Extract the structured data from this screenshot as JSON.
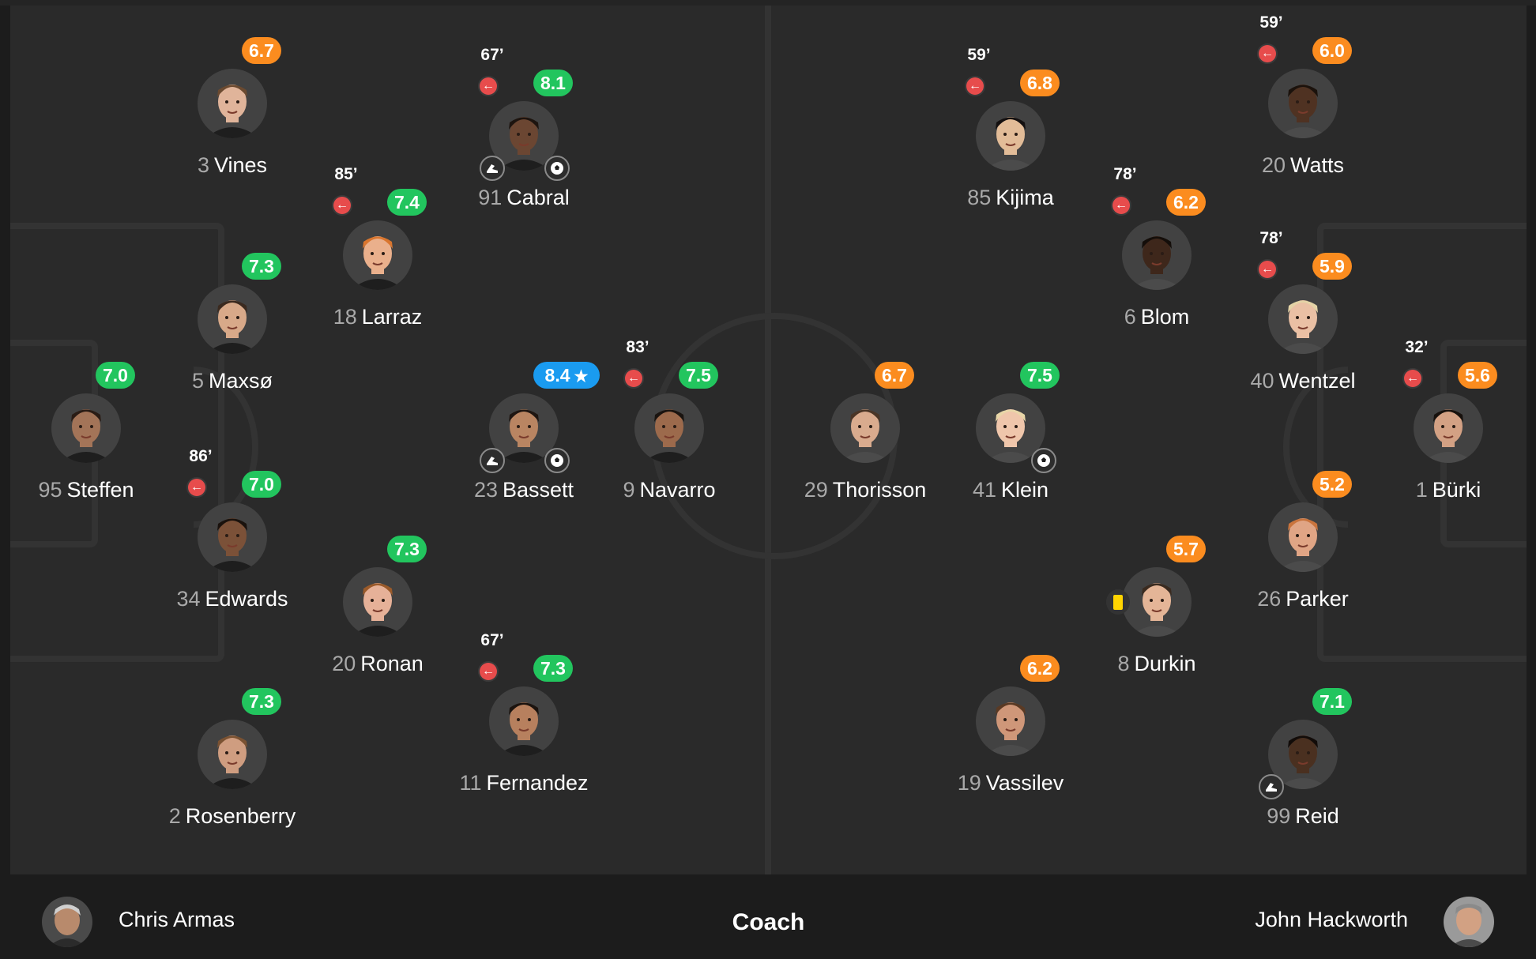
{
  "colors": {
    "rating_green": "#22c55e",
    "rating_orange": "#fb8c1f",
    "rating_blue": "#1a9bf0",
    "sub_red": "#e74c4c",
    "yellow_card": "#ffd400"
  },
  "home_players": [
    {
      "id": "vines",
      "number": "3",
      "name": "Vines",
      "rating": "6.7",
      "rating_color": "orange"
    },
    {
      "id": "cabral",
      "number": "91",
      "name": "Cabral",
      "rating": "8.1",
      "rating_color": "green",
      "sub_minute": "67’",
      "goal": true,
      "assist": true
    },
    {
      "id": "larraz",
      "number": "18",
      "name": "Larraz",
      "rating": "7.4",
      "rating_color": "green",
      "sub_minute": "85’"
    },
    {
      "id": "maxso",
      "number": "5",
      "name": "Maxsø",
      "rating": "7.3",
      "rating_color": "green"
    },
    {
      "id": "steffen",
      "number": "95",
      "name": "Steffen",
      "rating": "7.0",
      "rating_color": "green"
    },
    {
      "id": "bassett",
      "number": "23",
      "name": "Bassett",
      "rating": "8.4",
      "rating_color": "blue",
      "star": true,
      "goal": true,
      "assist": true
    },
    {
      "id": "navarro",
      "number": "9",
      "name": "Navarro",
      "rating": "7.5",
      "rating_color": "green",
      "sub_minute": "83’"
    },
    {
      "id": "edwards",
      "number": "34",
      "name": "Edwards",
      "rating": "7.0",
      "rating_color": "green",
      "sub_minute": "86’"
    },
    {
      "id": "ronan",
      "number": "20",
      "name": "Ronan",
      "rating": "7.3",
      "rating_color": "green"
    },
    {
      "id": "fernandez",
      "number": "11",
      "name": "Fernandez",
      "rating": "7.3",
      "rating_color": "green",
      "sub_minute": "67’"
    },
    {
      "id": "rosenberry",
      "number": "2",
      "name": "Rosenberry",
      "rating": "7.3",
      "rating_color": "green"
    }
  ],
  "away_players": [
    {
      "id": "kijima",
      "number": "85",
      "name": "Kijima",
      "rating": "6.8",
      "rating_color": "orange",
      "sub_minute": "59’"
    },
    {
      "id": "watts",
      "number": "20",
      "name": "Watts",
      "rating": "6.0",
      "rating_color": "orange",
      "sub_minute": "59’"
    },
    {
      "id": "blom",
      "number": "6",
      "name": "Blom",
      "rating": "6.2",
      "rating_color": "orange",
      "sub_minute": "78’"
    },
    {
      "id": "wentzel",
      "number": "40",
      "name": "Wentzel",
      "rating": "5.9",
      "rating_color": "orange",
      "sub_minute": "78’"
    },
    {
      "id": "thorisson",
      "number": "29",
      "name": "Thorisson",
      "rating": "6.7",
      "rating_color": "orange"
    },
    {
      "id": "klein",
      "number": "41",
      "name": "Klein",
      "rating": "7.5",
      "rating_color": "green",
      "goal": true
    },
    {
      "id": "burki",
      "number": "1",
      "name": "Bürki",
      "rating": "5.6",
      "rating_color": "orange",
      "sub_minute": "32’"
    },
    {
      "id": "parker",
      "number": "26",
      "name": "Parker",
      "rating": "5.2",
      "rating_color": "orange"
    },
    {
      "id": "durkin",
      "number": "8",
      "name": "Durkin",
      "rating": "5.7",
      "rating_color": "orange",
      "yellow_card": true
    },
    {
      "id": "vassilev",
      "number": "19",
      "name": "Vassilev",
      "rating": "6.2",
      "rating_color": "orange"
    },
    {
      "id": "reid",
      "number": "99",
      "name": "Reid",
      "rating": "7.1",
      "rating_color": "green",
      "assist": true
    }
  ],
  "coaches": {
    "title": "Coach",
    "home": "Chris Armas",
    "away": "John Hackworth"
  }
}
